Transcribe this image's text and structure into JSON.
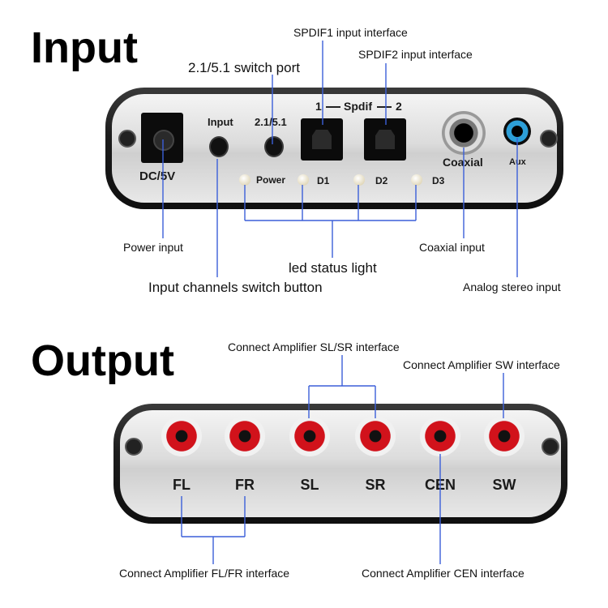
{
  "input_section": {
    "heading": "Input",
    "callouts": {
      "spdif1": "SPDIF1 input interface",
      "spdif2": "SPDIF2 input interface",
      "switch_port": "2.1/5.1 switch port",
      "power_input": "Power input",
      "led_status": "led status light",
      "input_switch": "Input channels switch button",
      "coaxial_input": "Coaxial input",
      "analog_input": "Analog stereo input"
    },
    "panel_labels": {
      "dc": "DC/5V",
      "input": "Input",
      "switch": "2.1/5.1",
      "spdif_1": "1",
      "spdif": "Spdif",
      "spdif_2": "2",
      "coaxial": "Coaxial",
      "aux": "Aux",
      "power": "Power",
      "d1": "D1",
      "d2": "D2",
      "d3": "D3"
    }
  },
  "output_section": {
    "heading": "Output",
    "callouts": {
      "sl_sr": "Connect Amplifier SL/SR interface",
      "sw": "Connect Amplifier SW interface",
      "fl_fr": "Connect Amplifier FL/FR interface",
      "cen": "Connect Amplifier CEN interface"
    },
    "ports": [
      "FL",
      "FR",
      "SL",
      "SR",
      "CEN",
      "SW"
    ]
  },
  "colors": {
    "line": "#3b5fd9",
    "rca_red": "#d1121b",
    "panel_frame": "#141414",
    "panel_face": "#dedede"
  }
}
